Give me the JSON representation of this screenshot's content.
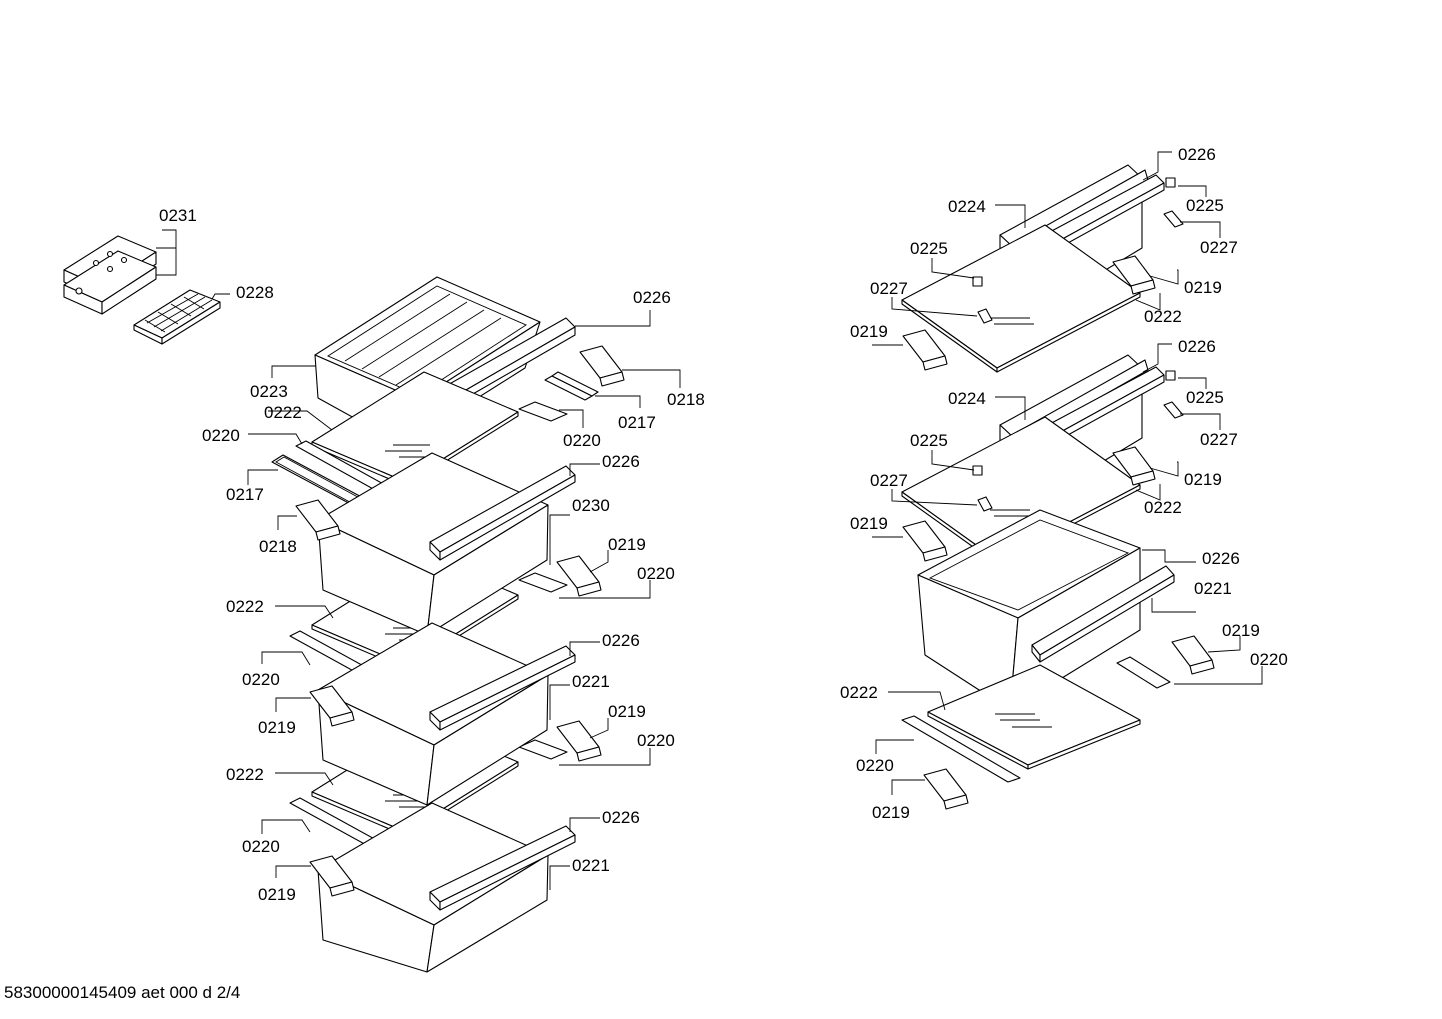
{
  "footer_text": "58300000145409 aet 000 d 2/4",
  "callouts": {
    "left": [
      "0231",
      "0228",
      "0226",
      "0223",
      "0218",
      "0222",
      "0217",
      "0220",
      "0220",
      "0226",
      "0217",
      "0230",
      "0218",
      "0219",
      "0220",
      "0222",
      "0226",
      "0220",
      "0221",
      "0219",
      "0219",
      "0220",
      "0222",
      "0226",
      "0220",
      "0221",
      "0219"
    ],
    "right": [
      "0226",
      "0224",
      "0225",
      "0225",
      "0227",
      "0227",
      "0219",
      "0219",
      "0222",
      "0226",
      "0224",
      "0225",
      "0225",
      "0227",
      "0227",
      "0219",
      "0219",
      "0222",
      "0226",
      "0221",
      "0219",
      "0220",
      "0222",
      "0220",
      "0219"
    ]
  }
}
